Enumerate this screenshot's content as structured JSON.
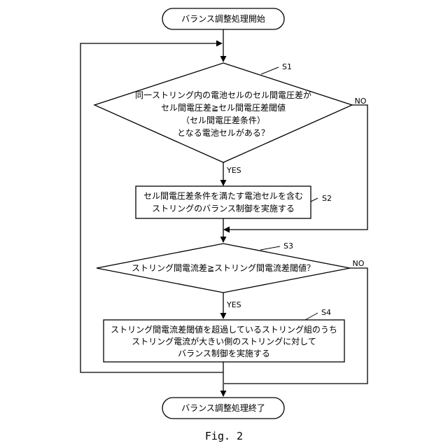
{
  "start": "バランス調整処理開始",
  "end": "バランス調整処理終了",
  "s1": {
    "step": "S1",
    "lines": [
      "同一ストリング内の電池セルのセル間電圧差が",
      "セル間電圧差≧セル間電圧差閾値",
      "（セル間電圧差条件）",
      "となる電池セルがある？"
    ],
    "yes": "YES",
    "no": "NO"
  },
  "s2": {
    "step": "S2",
    "lines": [
      "セル間電圧差条件を満たす電池セルを含む",
      "ストリングのバランス制御を実施する"
    ]
  },
  "s3": {
    "step": "S3",
    "lines": [
      "ストリング間電流差≧ストリング間電流差閾値？"
    ],
    "yes": "YES",
    "no": "NO"
  },
  "s4": {
    "step": "S4",
    "lines": [
      "ストリング間電流差閾値を超過しているストリング組のうち",
      "ストリング電流が大きい側のストリングに対して",
      "バランス制御を実施する"
    ]
  },
  "caption": "Fig. 2"
}
